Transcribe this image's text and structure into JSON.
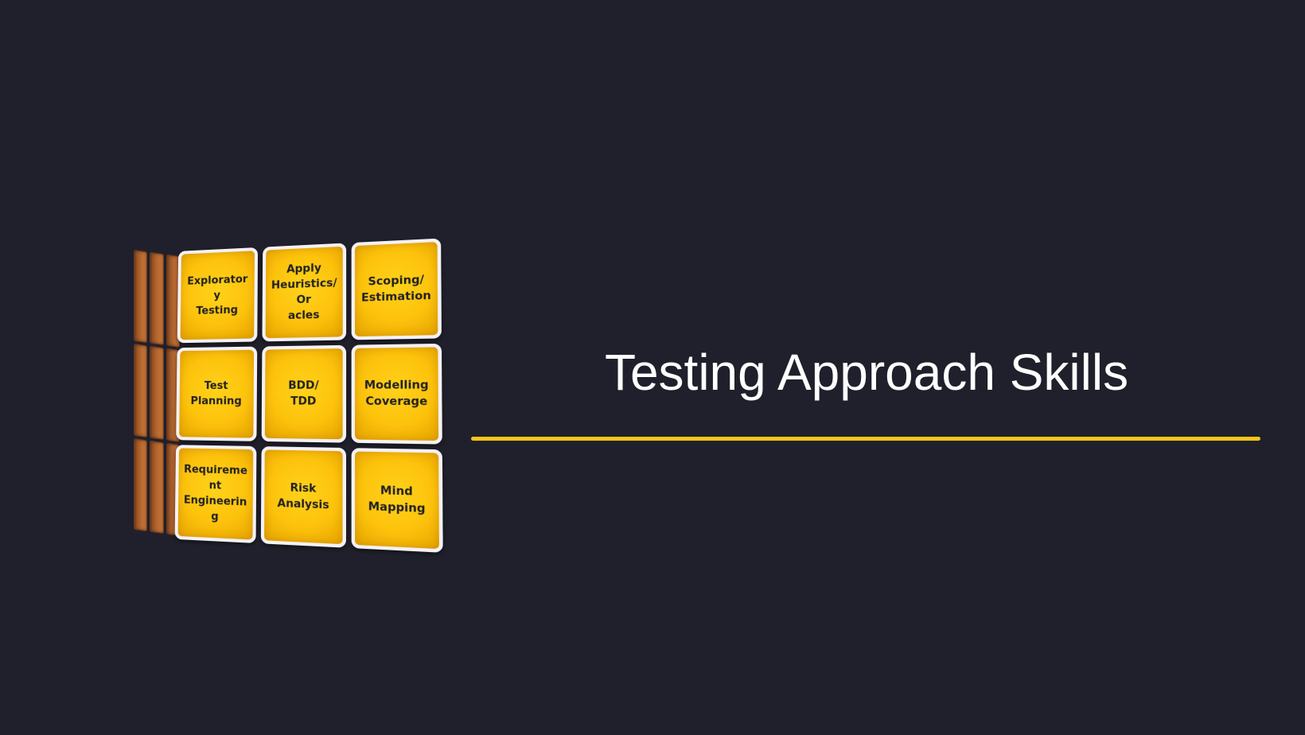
{
  "slide": {
    "title": "Testing Approach Skills",
    "accent_color": "#f5c518",
    "background_color": "#20202c"
  },
  "cube": {
    "front_tiles": [
      {
        "label": "Exploratory\nTesting"
      },
      {
        "label": "Apply\nHeuristics/Or\nacles"
      },
      {
        "label": "Scoping/\nEstimation"
      },
      {
        "label": "Test Planning"
      },
      {
        "label": "BDD/\nTDD"
      },
      {
        "label": "Modelling\nCoverage"
      },
      {
        "label": "Requirement\nEngineering"
      },
      {
        "label": "Risk\nAnalysis"
      },
      {
        "label": "Mind\nMapping"
      }
    ],
    "tile_color": "#fdc20c",
    "side_color": "#b8682f"
  }
}
